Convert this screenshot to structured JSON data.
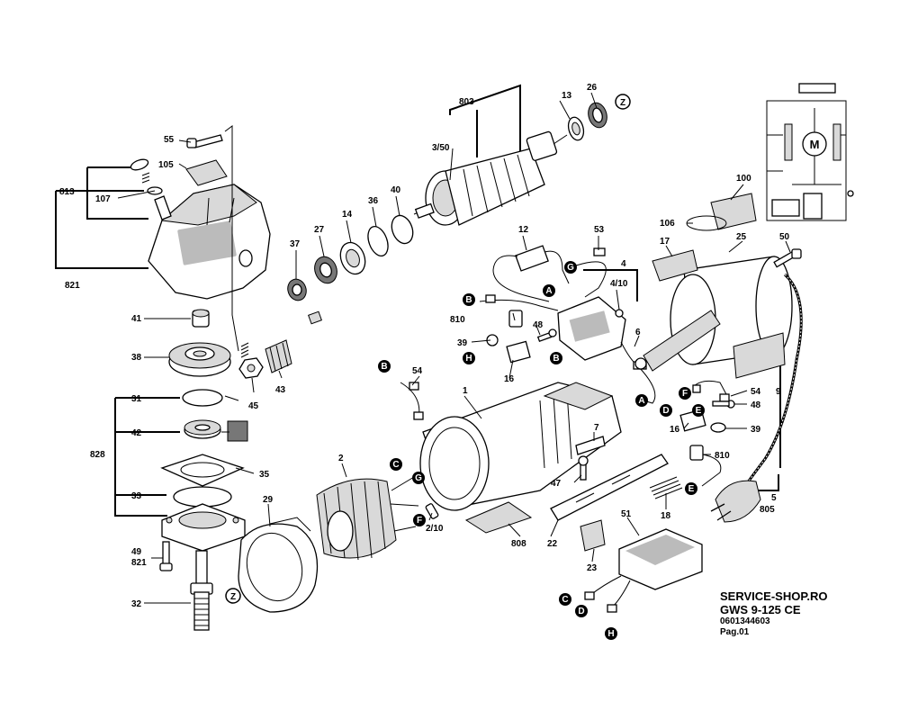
{
  "labels": {
    "p803": "803",
    "p13": "13",
    "p26": "26",
    "p3_50": "3/50",
    "p55": "55",
    "p105": "105",
    "p813": "813",
    "p107": "107",
    "p821a": "821",
    "p40": "40",
    "p36": "36",
    "p14": "14",
    "p27": "27",
    "p37": "37",
    "p12": "12",
    "p53": "53",
    "p4": "4",
    "p4_10": "4/10",
    "p100": "100",
    "p106": "106",
    "p17": "17",
    "p25": "25",
    "p50": "50",
    "p41": "41",
    "p38": "38",
    "p45": "45",
    "p43": "43",
    "p810a": "810",
    "p48a": "48",
    "p39a": "39",
    "p16a": "16",
    "p6": "6",
    "p54a": "54",
    "p1": "1",
    "p31": "31",
    "p42": "42",
    "p828": "828",
    "p35": "35",
    "p33": "33",
    "p2": "2",
    "p29": "29",
    "p2_10": "2/10",
    "p49": "49",
    "p821b": "821",
    "p32": "32",
    "p808": "808",
    "p22": "22",
    "p23": "23",
    "p47": "47",
    "p7": "7",
    "p18": "18",
    "p51": "51",
    "p54b": "54",
    "p48b": "48",
    "p16b": "16",
    "p39b": "39",
    "p810b": "810",
    "p9": "9",
    "p5": "5",
    "p805": "805"
  },
  "connectors": {
    "a1": "A",
    "a2": "A",
    "b1": "B",
    "b2": "B",
    "b3": "B",
    "c1": "C",
    "c2": "C",
    "d1": "D",
    "d2": "D",
    "e1": "E",
    "e2": "E",
    "f1": "F",
    "f2": "F",
    "g1": "G",
    "g2": "G",
    "h1": "H",
    "h2": "H",
    "z1": "Z",
    "z2": "Z"
  },
  "motor_symbol": "M",
  "footer": {
    "shop": "SERVICE-SHOP.RO",
    "model": "GWS 9-125 CE",
    "part_number": "0601344603",
    "page": "Pag.01"
  }
}
